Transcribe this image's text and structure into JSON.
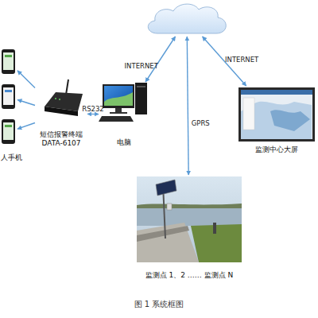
{
  "diagram": {
    "caption": "图 1 系统框图",
    "nodes": [
      {
        "text": []
      },
      {
        "text": []
      },
      {
        "text": []
      },
      {
        "text": []
      },
      {
        "text": [
          "短信报警终端 DATA-6107"
        ]
      },
      {
        "text": [
          "电脑"
        ]
      },
      {
        "text": [
          "监测中心大屏"
        ]
      },
      {
        "text": [
          "监测点 1、2 …… 监测点 N"
        ]
      }
    ],
    "edges": [
      {
        "from": 4,
        "to": 1,
        "arrow": "to"
      },
      {
        "from": 4,
        "to": 2,
        "arrow": "to"
      },
      {
        "from": 4,
        "to": 3,
        "arrow": "to"
      },
      {
        "from": 4,
        "to": 5,
        "label": "RS232",
        "arrow": "both"
      },
      {
        "from": 0,
        "to": 5,
        "label": "INTERNET",
        "arrow": "both"
      },
      {
        "from": 0,
        "to": 6,
        "label": "INTERNET",
        "arrow": "both"
      },
      {
        "from": 0,
        "to": 7,
        "label": "GPRS",
        "arrow": "both"
      }
    ],
    "labels": [
      "人手机"
    ]
  }
}
